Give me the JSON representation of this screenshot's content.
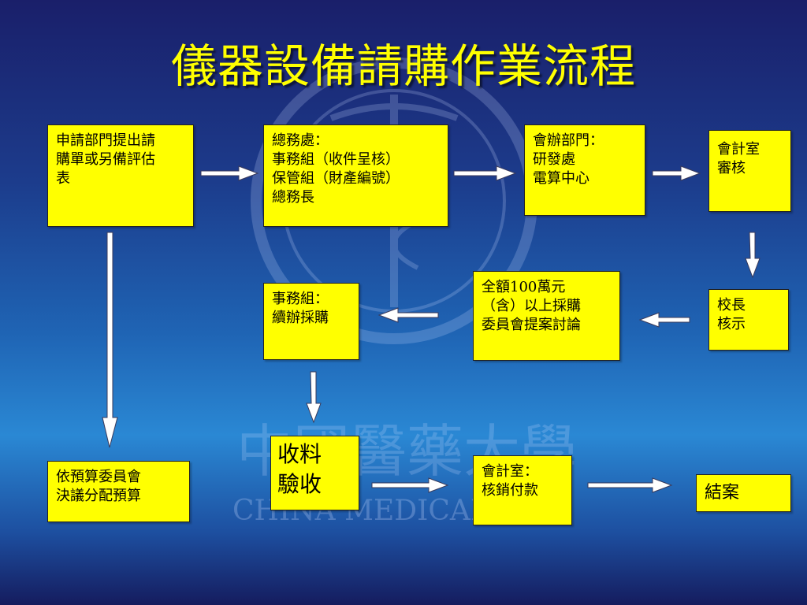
{
  "title": "儀器設備請購作業流程",
  "watermark": {
    "chinese": "中國醫藥大學",
    "english": "CHINA MEDICAL UN"
  },
  "nodes": [
    {
      "id": "apply",
      "lines": [
        "申請部門提出請",
        "購單或另備評估",
        "表"
      ]
    },
    {
      "id": "general",
      "lines": [
        "總務處：",
        "事務組（收件呈核）",
        "保管組（財產編號）",
        "總務長"
      ]
    },
    {
      "id": "cosign",
      "lines": [
        "會辦部門：",
        "研發處",
        "電算中心"
      ]
    },
    {
      "id": "acct-review",
      "lines": [
        "會計室",
        "審核"
      ]
    },
    {
      "id": "president",
      "lines": [
        "校長",
        "核示"
      ]
    },
    {
      "id": "committee",
      "lines": [
        "全額100萬元",
        "（含）以上採購",
        "委員會提案討論"
      ]
    },
    {
      "id": "purchase",
      "lines": [
        "事務組：",
        "續辦採購"
      ]
    },
    {
      "id": "budget",
      "lines": [
        "依預算委員會",
        "決議分配預算"
      ]
    },
    {
      "id": "receive",
      "lines": [
        "收料",
        "驗收"
      ]
    },
    {
      "id": "payment",
      "lines": [
        "會計室：",
        "核銷付款"
      ]
    },
    {
      "id": "close",
      "lines": [
        "結案"
      ]
    }
  ],
  "colors": {
    "box_fill": "#ffff00",
    "title": "#ffff00",
    "arrow_fill": "#ffffff"
  }
}
